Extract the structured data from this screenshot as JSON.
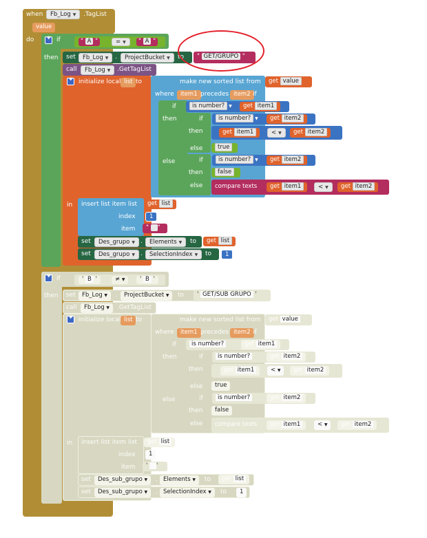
{
  "event": {
    "when": "when",
    "component": "Fb_Log",
    "event_name": ".TagList",
    "param": "value",
    "do": "do"
  },
  "kw": {
    "if": "if",
    "then": "then",
    "else": "else",
    "in": "in",
    "set": "set",
    "to": "to",
    "call": "call",
    "get": "get",
    "init_local": "initialize local",
    "sorted": "make new sorted list from",
    "where": "where",
    "precedes": "precedes",
    "is_number": "is number?",
    "compare_texts": "compare texts",
    "insert_list": "insert list item",
    "list": "list",
    "index": "index",
    "item": "item",
    "eq": "=",
    "neq": "≠",
    "lt": "<",
    "true": "true",
    "false": "false",
    "var_list": "list",
    "var_value": "value",
    "var_item1": "item1",
    "var_item2": "item2"
  },
  "block_a": {
    "cmp_left": "A",
    "cmp_right": "A",
    "component": "Fb_Log",
    "property": "ProjectBucket",
    "bucket_value": "GET/GRUPO",
    "method": ".GetTagList",
    "list_component": "Des_grupo",
    "prop_elements": "Elements",
    "prop_selection": "SelectionIndex",
    "index_value": "1",
    "selection_value": "1"
  },
  "block_b": {
    "cmp_left": "B",
    "cmp_right": "B",
    "component": "Fb_Log",
    "property": "ProjectBucket",
    "bucket_value": "GET/SUB GRUPO",
    "method": ".GetTagList",
    "list_component": "Des_sub_grupo",
    "prop_elements": "Elements",
    "prop_selection": "SelectionIndex",
    "index_value": "1",
    "selection_value": "1"
  },
  "colors": {
    "event": "#b18e35",
    "control": "#5ba55b",
    "variables": "#e0632c",
    "lists": "#58a5d3",
    "text": "#b32d5e",
    "logic": "#77b32d",
    "math": "#3b73c3",
    "component_set": "#266643",
    "component_call": "#7c5385",
    "disabled": "#d8d8c2",
    "highlight_circle": "#e3202a"
  }
}
